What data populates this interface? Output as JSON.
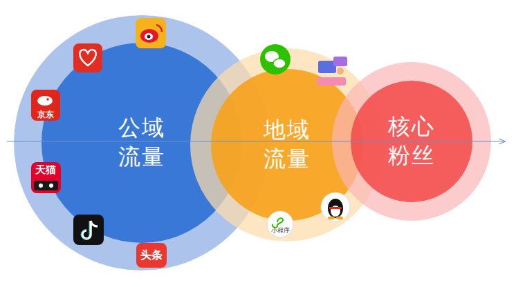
{
  "diagram": {
    "nodes": [
      {
        "text": [
          "公域 流量"
        ]
      },
      {
        "text": [
          "地域 流量"
        ]
      },
      {
        "text": [
          "核心 粉丝"
        ]
      }
    ],
    "labels": [
      "京东",
      "天猫",
      "头条",
      "小程序"
    ]
  }
}
